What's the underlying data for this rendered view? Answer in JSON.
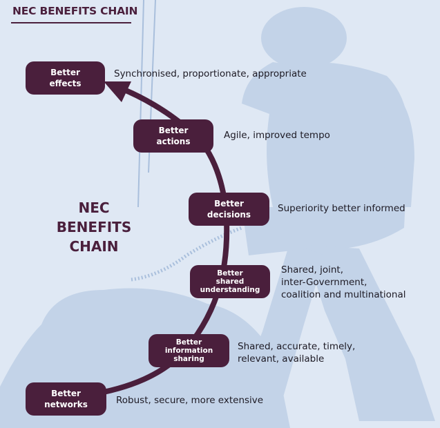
{
  "heading": "NEC BENEFITS CHAIN",
  "center_title": [
    "NEC",
    "BENEFITS",
    "CHAIN"
  ],
  "colors": {
    "accent": "#4a1f3c",
    "background": "#dfe8f4",
    "silhouette": "#c3d3e8"
  },
  "nodes": [
    {
      "id": "effects",
      "lines": [
        "Better",
        "effects"
      ],
      "description": [
        "Synchronised, proportionate, appropriate"
      ]
    },
    {
      "id": "actions",
      "lines": [
        "Better",
        "actions"
      ],
      "description": [
        "Agile, improved tempo"
      ]
    },
    {
      "id": "decisions",
      "lines": [
        "Better",
        "decisions"
      ],
      "description": [
        "Superiority better informed"
      ]
    },
    {
      "id": "shared-understanding",
      "lines": [
        "Better",
        "shared",
        "understanding"
      ],
      "description": [
        "Shared, joint,",
        "inter-Government,",
        "coalition and multinational"
      ]
    },
    {
      "id": "information-sharing",
      "lines": [
        "Better",
        "information",
        "sharing"
      ],
      "description": [
        "Shared, accurate, timely,",
        "relevant, available"
      ]
    },
    {
      "id": "networks",
      "lines": [
        "Better",
        "networks"
      ],
      "description": [
        "Robust, secure, more extensive"
      ]
    }
  ],
  "background_icon": "soldier-silhouette"
}
